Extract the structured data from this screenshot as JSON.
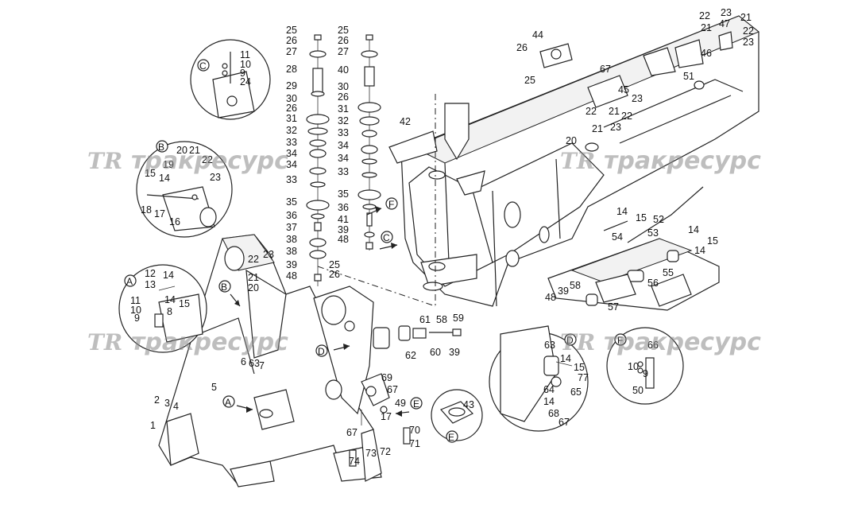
{
  "watermark": {
    "logo": "TR",
    "text": "тракресурс"
  },
  "detail_views": [
    {
      "letter": "C",
      "labels": [
        "11",
        "10",
        "9",
        "24"
      ]
    },
    {
      "letter": "B",
      "labels": [
        "20",
        "21",
        "22",
        "19",
        "23",
        "15",
        "14",
        "18",
        "17",
        "16"
      ]
    },
    {
      "letter": "A",
      "labels": [
        "12",
        "14",
        "13",
        "11",
        "10",
        "14",
        "15",
        "9",
        "8"
      ]
    },
    {
      "letter": "D",
      "labels": [
        "63",
        "14",
        "15",
        "77",
        "64",
        "65",
        "14",
        "68",
        "67"
      ]
    },
    {
      "letter": "F",
      "labels": [
        "66",
        "10",
        "9",
        "50"
      ]
    },
    {
      "letter": "E",
      "labels": [
        "43"
      ]
    }
  ],
  "column_left": [
    "25",
    "26",
    "27",
    "28",
    "29",
    "30",
    "26",
    "31",
    "32",
    "33",
    "34",
    "34",
    "33",
    "35",
    "36",
    "37",
    "38",
    "38",
    "39",
    "48",
    "25",
    "26"
  ],
  "column_right": [
    "25",
    "26",
    "27",
    "40",
    "30",
    "26",
    "31",
    "32",
    "33",
    "34",
    "34",
    "33",
    "35",
    "36",
    "41",
    "39",
    "48"
  ],
  "frame_labels": [
    "42",
    "44",
    "26",
    "25",
    "22",
    "23",
    "21",
    "47",
    "21",
    "22",
    "46",
    "23",
    "51",
    "67",
    "45",
    "23",
    "21",
    "22",
    "22",
    "21",
    "23",
    "20"
  ],
  "axle_labels": [
    "14",
    "15",
    "52",
    "14",
    "15",
    "54",
    "53",
    "14",
    "55",
    "56",
    "48",
    "39",
    "58",
    "57"
  ],
  "lower_labels": [
    "22",
    "23",
    "21",
    "20",
    "6",
    "63",
    "7",
    "5",
    "2",
    "3",
    "4",
    "1",
    "61",
    "58",
    "59",
    "60",
    "39",
    "62",
    "69",
    "67",
    "49",
    "17",
    "67",
    "70",
    "71",
    "74",
    "73",
    "72"
  ],
  "arrow_refs": [
    "F",
    "C",
    "B",
    "A",
    "D",
    "E"
  ]
}
